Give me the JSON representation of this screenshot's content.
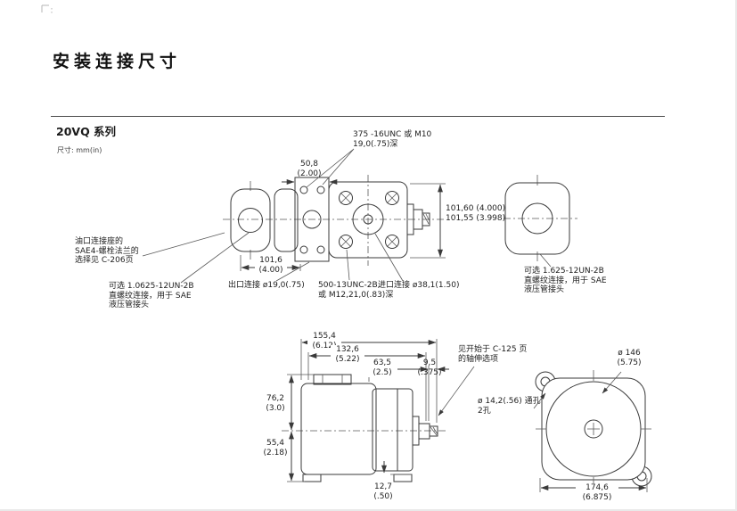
{
  "header": {
    "title": "安装连接尺寸",
    "series_label": "20VQ 系列",
    "units_note": "尺寸: mm(in)"
  },
  "top_view": {
    "callout_flange_thread": "375 -16UNC 或 M10\n19,0(.75)深",
    "dim_port_width": "50,8\n(2.00)",
    "dim_pilot_height": "101,60 (4.000)\n101,55 (3.998)",
    "dim_flange_width": "101,6\n(4.00)",
    "note_outlet_flange": "油口连接座的\nSAE4-螺栓法兰的\n选择见 C-206页",
    "note_outlet_option": "可选 1.0625-12UN-2B\n直螺纹连接，用于 SAE\n液压管接头",
    "label_outlet": "出口连接 ø19,0(.75)",
    "label_mounting_thread": "500-13UNC-2B,\n或 M12,21,0(.83)深",
    "label_inlet": "进口连接 ø38,1(1.50)",
    "note_inlet_option": "可选 1.625-12UN-2B\n直螺纹连接，用于 SAE\n液压管接头"
  },
  "bottom_view": {
    "dim_overall_length": "155,4\n(6.12)",
    "dim_body_length": "132,6\n(5.22)",
    "dim_cover_length": "63,5\n(2.5)",
    "dim_shaft_offset": "9,5\n(.375)",
    "dim_center_to_top": "76,2\n(3.0)",
    "dim_center_to_base": "55,4\n(2.18)",
    "dim_foot_height": "12,7\n(.50)",
    "note_shaft_options": "见开始于 C-125 页\n的轴伸选项",
    "dim_pilot_dia": "ø 146\n(5.75)",
    "label_mount_holes": "ø 14,2(.56) 通孔\n2孔",
    "dim_hole_span": "174,6\n(6.875)"
  }
}
